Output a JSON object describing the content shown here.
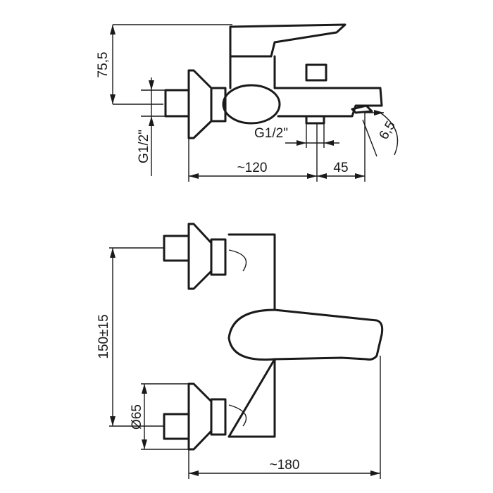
{
  "drawing": {
    "top_view": {
      "height_label": "75,5",
      "inlet_thread_label": "G1/2\"",
      "outlet_thread_label": "G1/2\"",
      "depth_label": "~120",
      "spout_offset_label": "45",
      "angle_label": "6,5"
    },
    "front_view": {
      "centers_label": "150±15",
      "escutcheon_label": "Ø65",
      "width_label": "~180"
    }
  }
}
